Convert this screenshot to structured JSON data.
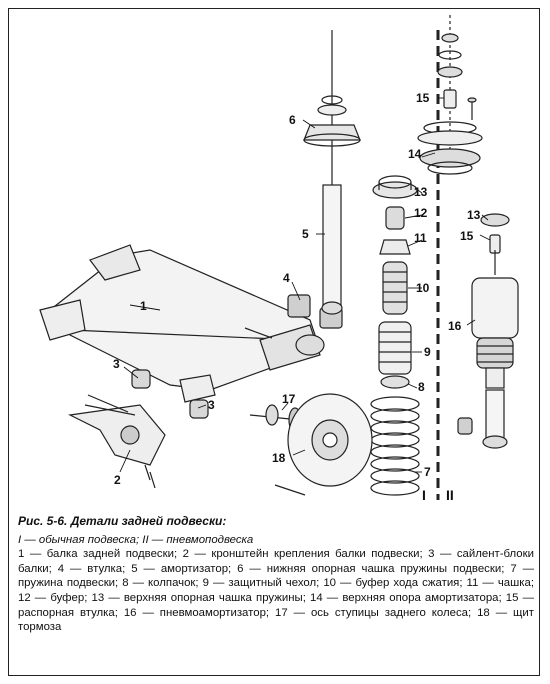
{
  "figure": {
    "callouts": [
      {
        "id": "c1",
        "text": "1"
      },
      {
        "id": "c2",
        "text": "2"
      },
      {
        "id": "c3a",
        "text": "3"
      },
      {
        "id": "c3b",
        "text": "3"
      },
      {
        "id": "c4",
        "text": "4"
      },
      {
        "id": "c5",
        "text": "5"
      },
      {
        "id": "c6",
        "text": "6"
      },
      {
        "id": "c7",
        "text": "7"
      },
      {
        "id": "c8",
        "text": "8"
      },
      {
        "id": "c9",
        "text": "9"
      },
      {
        "id": "c10",
        "text": "10"
      },
      {
        "id": "c11",
        "text": "11"
      },
      {
        "id": "c12",
        "text": "12"
      },
      {
        "id": "c13a",
        "text": "13"
      },
      {
        "id": "c13b",
        "text": "13"
      },
      {
        "id": "c14",
        "text": "14"
      },
      {
        "id": "c15a",
        "text": "15"
      },
      {
        "id": "c15b",
        "text": "15"
      },
      {
        "id": "c16",
        "text": "16"
      },
      {
        "id": "c17",
        "text": "17"
      },
      {
        "id": "c18",
        "text": "18"
      },
      {
        "id": "roman1",
        "text": "I"
      },
      {
        "id": "roman2",
        "text": "II"
      }
    ]
  },
  "caption": {
    "title": "Рис. 5-6. Детали задней подвески:",
    "line1": "I — обычная подвеска; II — пневмоподвеска",
    "legend": "1 — балка задней подвески; 2 — кронштейн крепления балки подвески; 3 — сайлент-блоки балки; 4 — втулка; 5 — амортизатор; 6 — нижняя опорная чашка пружины подвески; 7 — пружина подвески; 8 — колпачок; 9 — защитный чехол; 10 — буфер хода сжатия; 11 — чашка; 12 — буфер; 13 — верхняя опорная чашка пружины; 14 — верхняя опора амортизатора; 15 — распорная втулка; 16 — пневмоамортизатор; 17 — ось ступицы заднего колеса; 18 — щит тормоза"
  }
}
